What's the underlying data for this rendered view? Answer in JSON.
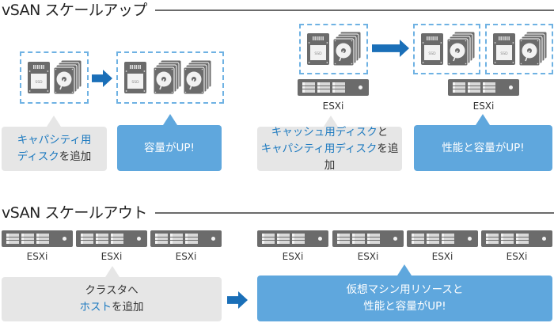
{
  "scale_up": {
    "title": "vSAN スケールアップ",
    "left_case": {
      "before_label_line1": "キャパシティ用",
      "before_label_line2_highlight": "ディスク",
      "before_label_line2_rest": "を追加",
      "after_label": "容量がUP!"
    },
    "right_case": {
      "host_label_before": "ESXi",
      "host_label_after": "ESXi",
      "before_label_line1_highlight": "キャッシュ用ディスク",
      "before_label_line1_rest": "と",
      "before_label_line2_highlight": "キャパシティ用ディスク",
      "before_label_line2_rest": "を追加",
      "after_label": "性能と容量がUP!"
    },
    "ssd_text": "SSD"
  },
  "scale_out": {
    "title": "vSAN スケールアウト",
    "before_hosts": [
      "ESXi",
      "ESXi",
      "ESXi"
    ],
    "after_hosts": [
      "ESXi",
      "ESXi",
      "ESXi",
      "ESXi"
    ],
    "before_label_line1": "クラスタへ",
    "before_label_line2_highlight": "ホスト",
    "before_label_line2_rest": "を追加",
    "after_label_line1": "仮想マシン用リソースと",
    "after_label_line2": "性能と容量がUP!"
  },
  "colors": {
    "accent_blue": "#1f7bc0",
    "bubble_blue": "#5fa7dd",
    "bubble_gray": "#e6e6e6",
    "icon_gray": "#6b6b6b",
    "dash_blue": "#6fb2e3",
    "arrow_blue": "#1a6fb8"
  }
}
